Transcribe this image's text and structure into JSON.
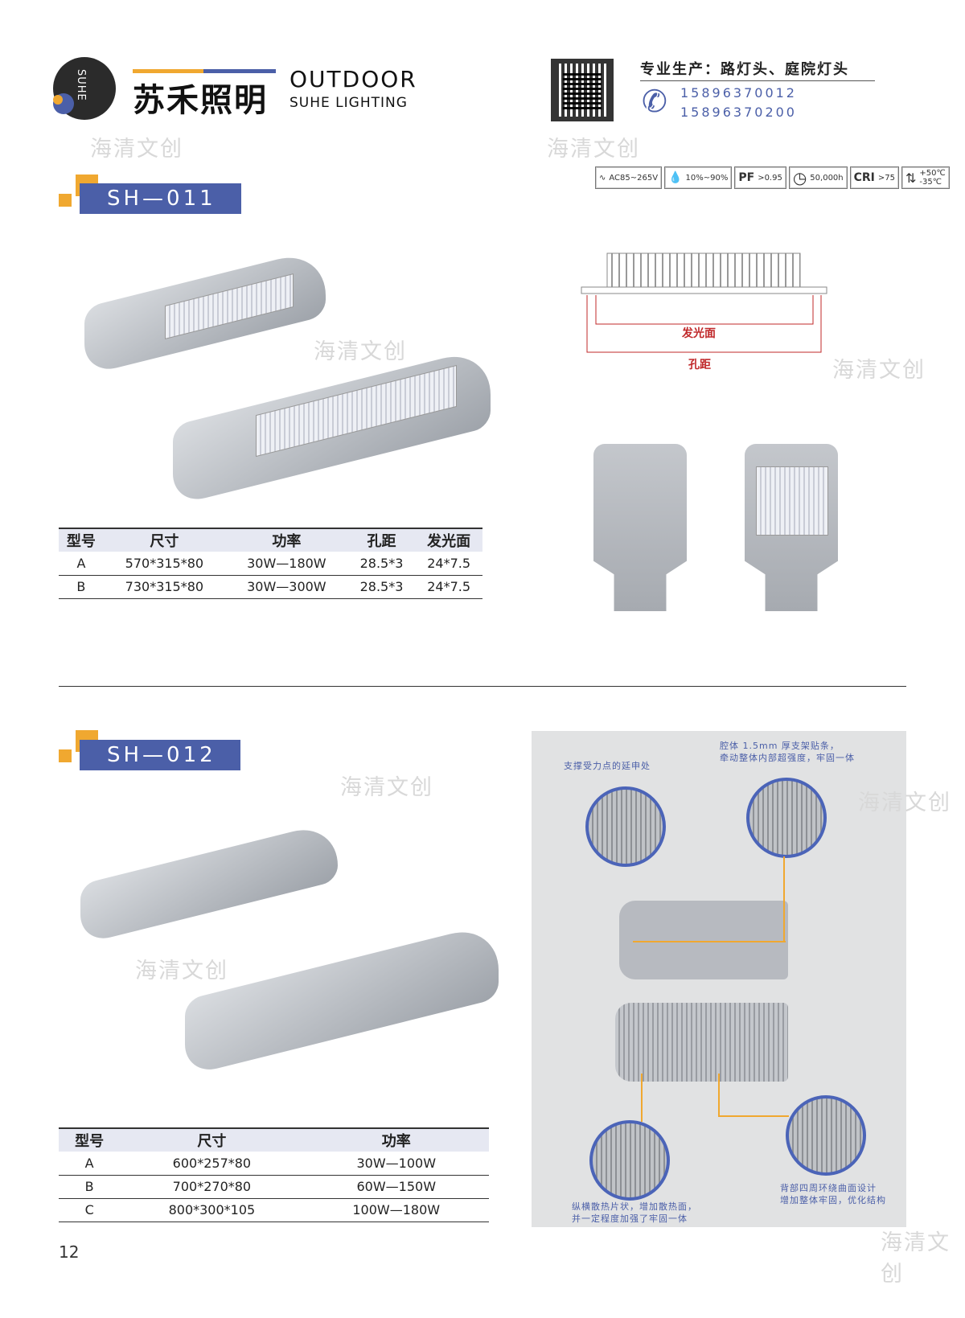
{
  "header": {
    "logo_mark": "SUHE",
    "brand_cn": "苏禾照明",
    "brand_en_1": "OUTDOOR",
    "brand_en_2": "SUHE LIGHTING",
    "tagline": "专业生产：路灯头、庭院灯头",
    "phones": [
      "15896370012",
      "15896370200"
    ]
  },
  "specs": [
    {
      "icon": "ac-wave-icon",
      "text": "AC85~265V"
    },
    {
      "icon": "humidity-drop-icon",
      "text": "10%~90%"
    },
    {
      "label": "PF",
      "text": ">0.95"
    },
    {
      "icon": "clock-icon",
      "text": "50,000h"
    },
    {
      "label": "CRI",
      "text": ">75"
    },
    {
      "icon": "thermometer-icon",
      "text_high": "+50℃",
      "text_low": "-35℃"
    }
  ],
  "sh011": {
    "model": "SH—011",
    "diagram": {
      "emit_label": "发光面",
      "hole_label": "孔距"
    },
    "table": {
      "headers": [
        "型号",
        "尺寸",
        "功率",
        "孔距",
        "发光面"
      ],
      "rows": [
        [
          "A",
          "570*315*80",
          "30W—180W",
          "28.5*3",
          "24*7.5"
        ],
        [
          "B",
          "730*315*80",
          "30W—300W",
          "28.5*3",
          "24*7.5"
        ]
      ]
    }
  },
  "sh012": {
    "model": "SH—012",
    "table": {
      "headers": [
        "型号",
        "尺寸",
        "功率"
      ],
      "rows": [
        [
          "A",
          "600*257*80",
          "30W—100W"
        ],
        [
          "B",
          "700*270*80",
          "60W—150W"
        ],
        [
          "C",
          "800*300*105",
          "100W—180W"
        ]
      ]
    },
    "notes": {
      "support": "支撑受力点的延申处",
      "cavity_1": "腔体 1.5mm 厚支架贴条，",
      "cavity_2": "牵动整体内部超强度，牢固一体",
      "fins_1": "纵横散热片状，增加散热面，",
      "fins_2": "并一定程度加强了牢固一体",
      "back_1": "背部四周环绕曲面设计",
      "back_2": "增加整体牢固，优化结构"
    }
  },
  "watermark": "海清文创",
  "page_number": "12"
}
